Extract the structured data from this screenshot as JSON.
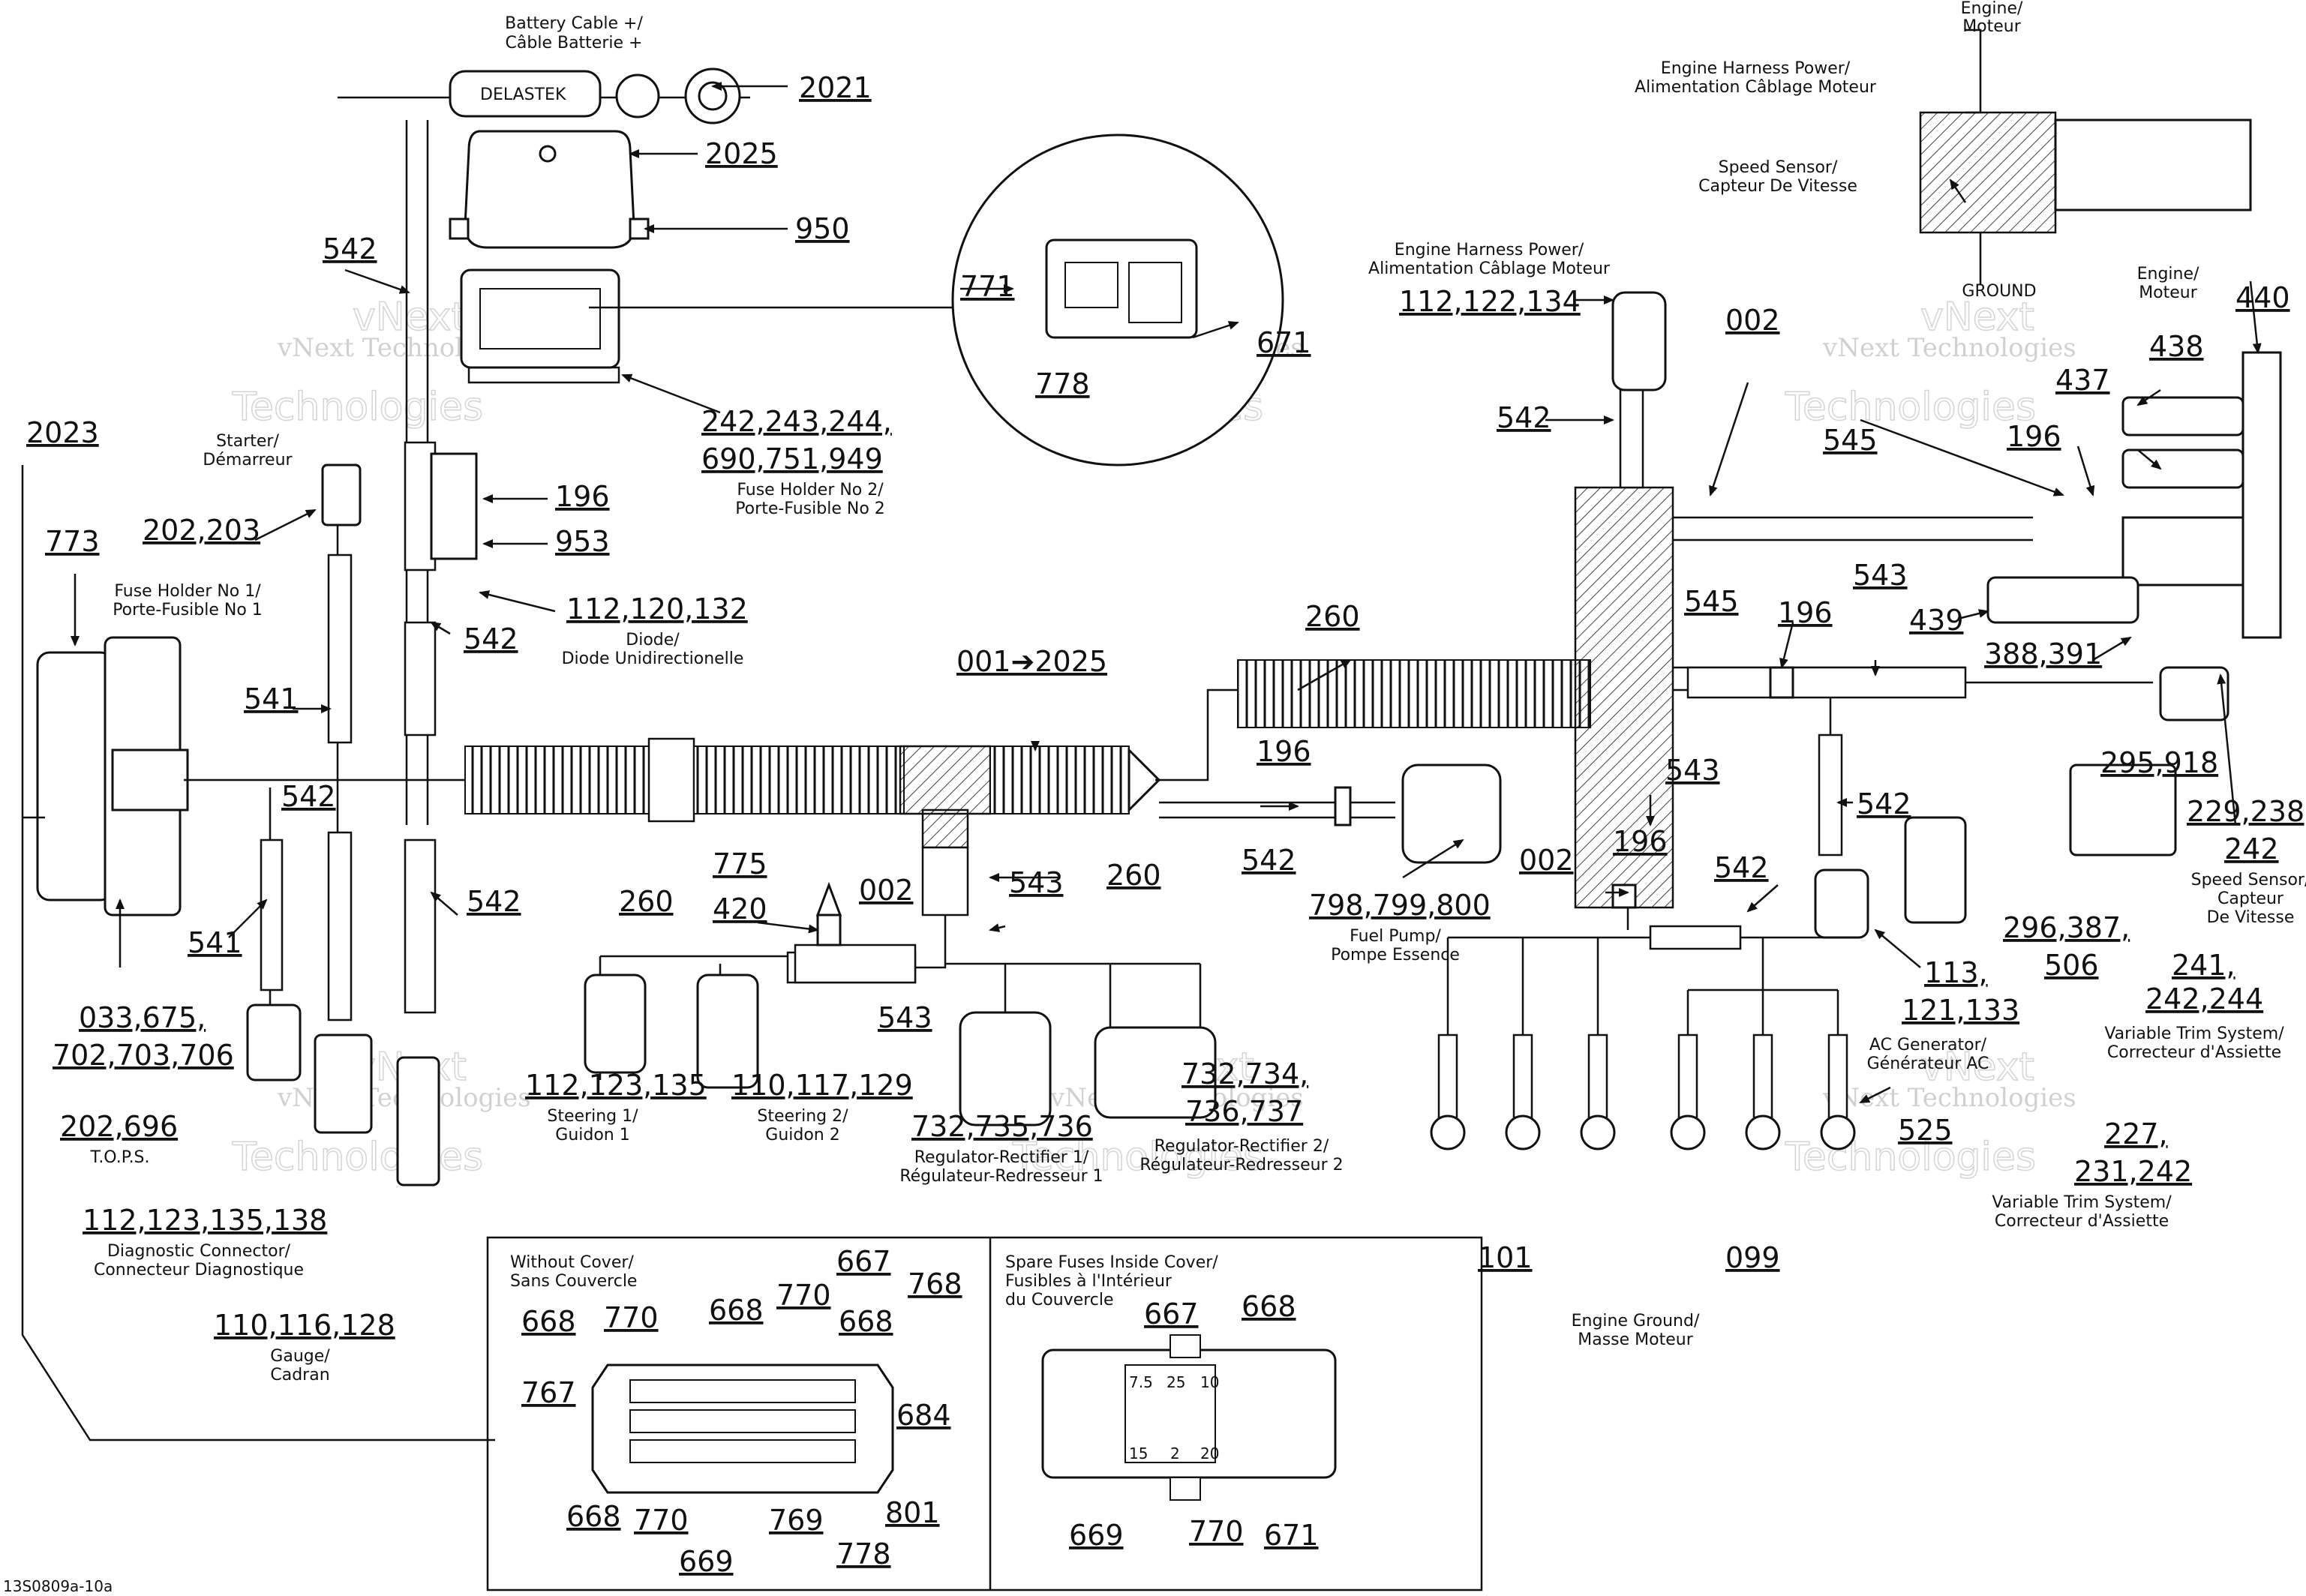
{
  "watermark": {
    "line1": "vNext",
    "line2": "Technologies",
    "caption": "vNext Technologies"
  },
  "diagram_ref": "13S0809a-10a",
  "labels": {
    "battery": [
      "Battery Cable +/",
      "Câble Batterie +"
    ],
    "delastek": "DELASTEK",
    "starter": [
      "Starter/",
      "Démarreur"
    ],
    "fuse1": [
      "Fuse Holder No 1/",
      "Porte-Fusible No 1"
    ],
    "fuse2": [
      "Fuse Holder No 2/",
      "Porte-Fusible No 2"
    ],
    "diode": [
      "Diode/",
      "Diode Unidirectionelle"
    ],
    "tops": "T.O.P.S.",
    "diag": [
      "Diagnostic Connector/",
      "Connecteur Diagnostique"
    ],
    "gauge": [
      "Gauge/",
      "Cadran"
    ],
    "steer1": [
      "Steering 1/",
      "Guidon 1"
    ],
    "steer2": [
      "Steering 2/",
      "Guidon 2"
    ],
    "reg1": [
      "Regulator-Rectifier 1/",
      "Régulateur-Redresseur 1"
    ],
    "reg2": [
      "Regulator-Rectifier 2/",
      "Régulateur-Redresseur 2"
    ],
    "fuelpump": [
      "Fuel Pump/",
      "Pompe Essence"
    ],
    "engpower_top": [
      "Engine Harness Power/",
      "Alimentation Câblage Moteur"
    ],
    "engpower_mid": [
      "Engine Harness Power/",
      "Alimentation Câblage Moteur"
    ],
    "speed_top": [
      "Speed Sensor/",
      "Capteur De Vitesse"
    ],
    "engine_top": [
      "Engine/",
      "Moteur"
    ],
    "ground": "GROUND",
    "engine_r": [
      "Engine/",
      "Moteur"
    ],
    "speed_r": [
      "Speed Sensor/",
      "Capteur",
      "De Vitesse"
    ],
    "acgen": [
      "AC Generator/",
      "Générateur AC"
    ],
    "trim1": [
      "Variable Trim System/",
      "Correcteur d'Assiette"
    ],
    "trim2": [
      "Variable Trim System/",
      "Correcteur d'Assiette"
    ],
    "engground": [
      "Engine Ground/",
      "Masse Moteur"
    ],
    "without_cover": [
      "Without Cover/",
      "Sans Couvercle"
    ],
    "spare": [
      "Spare Fuses Inside Cover/",
      "Fusibles à l'Intérieur",
      "du Couvercle"
    ]
  },
  "parts": {
    "p2021": "2021",
    "p2025": "2025",
    "p950": "950",
    "p542a": "542",
    "p242": "242,243,244,",
    "p690": "690,751,949",
    "p771": "771",
    "p671a": "671",
    "p778a": "778",
    "p2023": "2023",
    "p773": "773",
    "p202_203": "202,203",
    "p196a": "196",
    "p953": "953",
    "p112_120": "112,120,132",
    "p542b": "542",
    "p541a": "541",
    "p542c": "542",
    "p541b": "541",
    "p542d": "542",
    "p033": "033,675,",
    "p702": "702,703,706",
    "p202_696": "202,696",
    "p112_138": "112,123,135,138",
    "p110_128": "110,116,128",
    "p001": "001➔2025",
    "p260a": "260",
    "p260b": "260",
    "p260c": "260",
    "p775": "775",
    "p420": "420",
    "p002a": "002",
    "p543a": "543",
    "p543b": "543",
    "p112_135": "112,123,135",
    "p110_129": "110,117,129",
    "p732a": "732,735,736",
    "p732b": "732,734,",
    "p736": "736,737",
    "p196b": "196",
    "p542e": "542",
    "p798": "798,799,800",
    "p112_134": "112,122,134",
    "p542f": "542",
    "p002b": "002",
    "p545a": "545",
    "p545b": "545",
    "p196c": "196",
    "p543c": "543",
    "p543d": "543",
    "p002c": "002",
    "p196d": "196",
    "p542g": "542",
    "p542h": "542",
    "p101": "101",
    "p099": "099",
    "p525": "525",
    "p440": "440",
    "p438": "438",
    "p437": "437",
    "p196e": "196",
    "p439": "439",
    "p388": "388,391",
    "p295": "295,918",
    "p229": "229,238,",
    "p242r": "242",
    "p296": "296,387,",
    "p506": "506",
    "p241": "241,",
    "p242_244": "242,244",
    "p113": "113,",
    "p121": "121,133",
    "p227": "227,",
    "p231": "231,242",
    "f668a": "668",
    "f770a": "770",
    "f668b": "668",
    "f770b": "770",
    "f667a": "667",
    "f668c": "668",
    "f768": "768",
    "f767": "767",
    "f684": "684",
    "f668d": "668",
    "f770c": "770",
    "f669a": "669",
    "f769": "769",
    "f801": "801",
    "f778": "778",
    "s667": "667",
    "s668": "668",
    "s669": "669",
    "s770": "770",
    "s671": "671",
    "fuse_ratings": [
      "7.5",
      "25",
      "10",
      "15",
      "2",
      "20"
    ]
  }
}
